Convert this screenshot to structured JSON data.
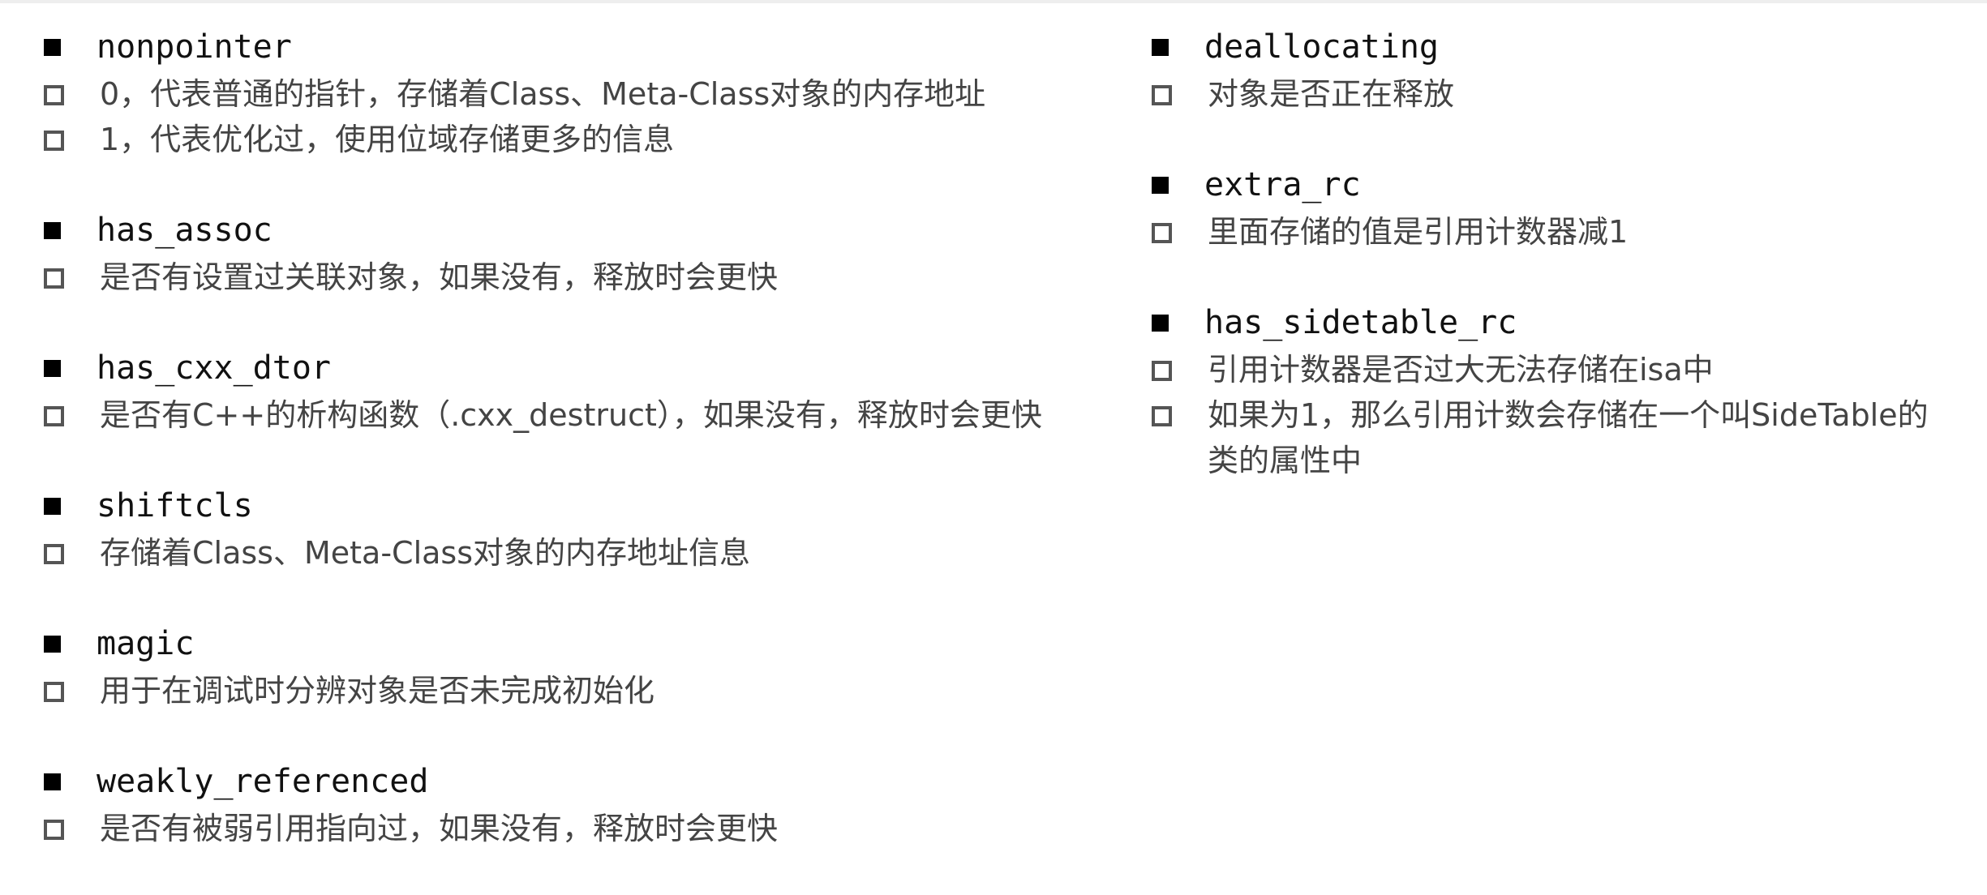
{
  "left_column": [
    {
      "name": "nonpointer",
      "descriptions": [
        "0，代表普通的指针，存储着Class、Meta-Class对象的内存地址",
        "1，代表优化过，使用位域存储更多的信息"
      ]
    },
    {
      "name": "has_assoc",
      "descriptions": [
        "是否有设置过关联对象，如果没有，释放时会更快"
      ]
    },
    {
      "name": "has_cxx_dtor",
      "descriptions": [
        "是否有C++的析构函数（.cxx_destruct），如果没有，释放时会更快"
      ]
    },
    {
      "name": "shiftcls",
      "descriptions": [
        "存储着Class、Meta-Class对象的内存地址信息"
      ]
    },
    {
      "name": "magic",
      "descriptions": [
        "用于在调试时分辨对象是否未完成初始化"
      ]
    },
    {
      "name": "weakly_referenced",
      "descriptions": [
        "是否有被弱引用指向过，如果没有，释放时会更快"
      ]
    }
  ],
  "right_column": [
    {
      "name": "deallocating",
      "descriptions": [
        "对象是否正在释放"
      ]
    },
    {
      "name": "extra_rc",
      "descriptions": [
        "里面存储的值是引用计数器减1"
      ]
    },
    {
      "name": "has_sidetable_rc",
      "descriptions": [
        "引用计数器是否过大无法存储在isa中",
        "如果为1，那么引用计数会存储在一个叫SideTable的类的属性中"
      ]
    }
  ]
}
